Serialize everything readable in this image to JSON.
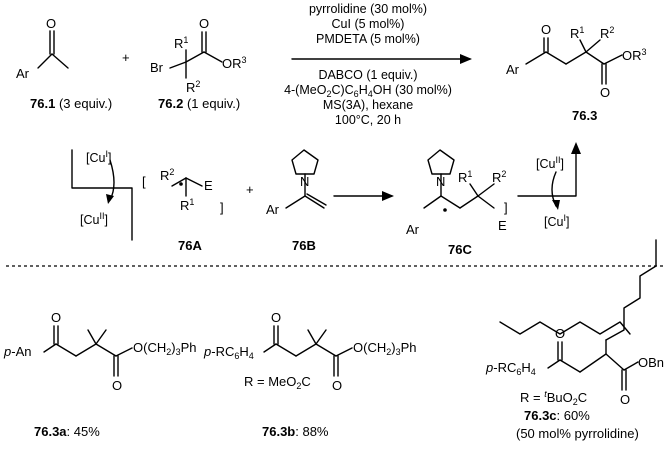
{
  "reaction": {
    "conditions_above": [
      "pyrrolidine (30 mol%)",
      "CuI (5 mol%)",
      "PMDETA (5 mol%)"
    ],
    "conditions_below": [
      "DABCO (1 equiv.)",
      "4-(MeO2C)C6H4OH (30 mol%)",
      "MS(3A), hexane",
      "100°C, 20 h"
    ],
    "plus": "+",
    "reagent1": {
      "ar": "Ar",
      "id": "76.1",
      "equiv": "(3 equiv.)"
    },
    "reagent2": {
      "br": "Br",
      "r1": "R1",
      "r2": "R2",
      "or3": "OR3",
      "id": "76.2",
      "equiv": "(1 equiv.)"
    },
    "product": {
      "ar": "Ar",
      "r1": "R1",
      "r2": "R2",
      "or3": "OR3",
      "id": "76.3"
    }
  },
  "mechanism": {
    "cu1": "[CuI]",
    "cu2": "[CuII]",
    "radical": {
      "r1": "R1",
      "r2": "R2",
      "e": "E",
      "id": "76A"
    },
    "enamine": {
      "ar": "Ar",
      "id": "76B"
    },
    "adduct": {
      "ar": "Ar",
      "r1": "R1",
      "r2": "R2",
      "e": "E",
      "id": "76C"
    },
    "plus": "+"
  },
  "examples": [
    {
      "prefix": "p-An",
      "ester": "O(CH2)3Ph",
      "id": "76.3a",
      "yield": ": 45%"
    },
    {
      "prefix": "p-RC6H4",
      "r_def": "R = MeO2C",
      "ester": "O(CH2)3Ph",
      "id": "76.3b",
      "yield": ": 88%"
    },
    {
      "prefix": "p-RC6H4",
      "r_def": "R = tBuO2C",
      "ester": "OBn",
      "id": "76.3c",
      "yield": ": 60%",
      "note": "(50 mol% pyrrolidine)"
    }
  ]
}
